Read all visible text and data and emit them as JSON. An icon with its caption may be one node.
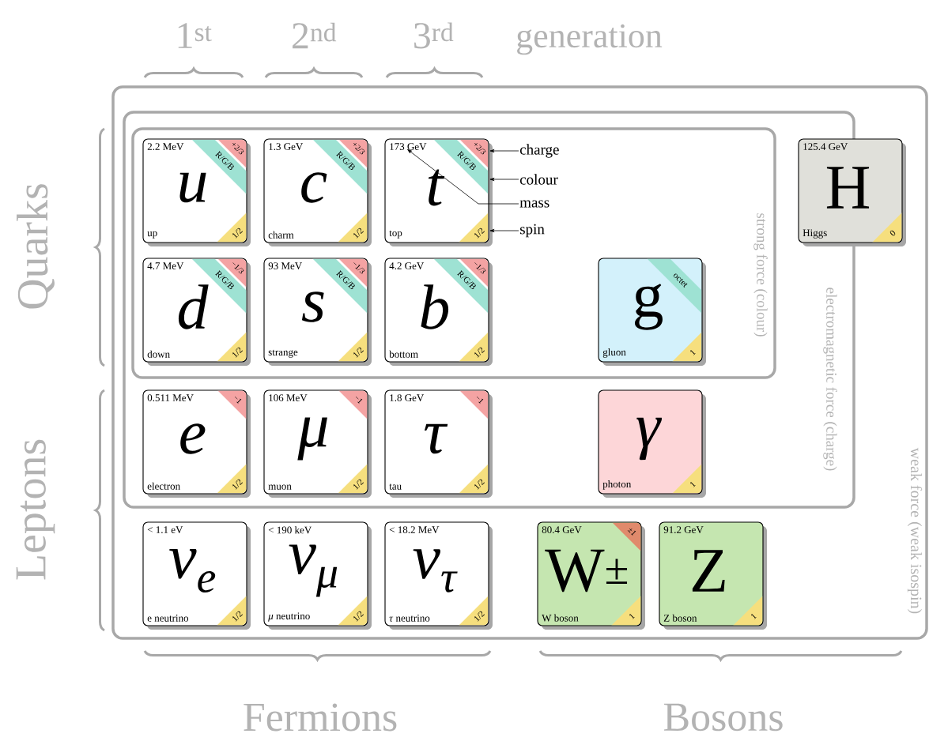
{
  "diagram": {
    "nodes": [
      {
        "text": [
          "weak force (weak isospin)"
        ]
      },
      {
        "text": [
          "electromagnetic force (charge)"
        ],
        "in": 0
      },
      {
        "text": [
          "strong force (colour)"
        ],
        "in": 1
      },
      {
        "text": [
          "2.2 MeV",
          "+2/3",
          "R/G/B",
          "u",
          "up",
          "1/2"
        ],
        "in": 2
      },
      {
        "text": [
          "1.3 GeV",
          "+2/3",
          "R/G/B",
          "c",
          "charm",
          "1/2"
        ],
        "in": 2
      },
      {
        "text": [
          "173 GeV",
          "+2/3",
          "R/G/B",
          "t",
          "top",
          "1/2"
        ],
        "in": 2
      },
      {
        "text": [
          "charge"
        ],
        "in": 2
      },
      {
        "text": [
          "colour"
        ],
        "in": 2
      },
      {
        "text": [
          "mass"
        ],
        "in": 2
      },
      {
        "text": [
          "spin"
        ],
        "in": 2
      },
      {
        "text": [
          "125.4 GeV",
          "H",
          "Higgs",
          "0"
        ],
        "in": 0
      },
      {
        "text": [
          "4.7 MeV",
          "−1/3",
          "R/G/B",
          "d",
          "down",
          "1/2"
        ],
        "in": 2
      },
      {
        "text": [
          "93 MeV",
          "−1/3",
          "R/G/B",
          "s",
          "strange",
          "1/2"
        ],
        "in": 2
      },
      {
        "text": [
          "4.2 GeV",
          "−1/3",
          "R/G/B",
          "b",
          "bottom",
          "1/2"
        ],
        "in": 2
      },
      {
        "text": [
          "octet",
          "g",
          "gluon",
          "1"
        ],
        "in": 2
      },
      {
        "text": [
          "0.511 MeV",
          "−1",
          "e",
          "electron",
          "1/2"
        ],
        "in": 1
      },
      {
        "text": [
          "106 MeV",
          "−1",
          "μ",
          "muon",
          "1/2"
        ],
        "in": 1
      },
      {
        "text": [
          "1.8 GeV",
          "−1",
          "τ",
          "tau",
          "1/2"
        ],
        "in": 1
      },
      {
        "text": [
          "γ",
          "photon",
          "1"
        ],
        "in": 1
      },
      {
        "text": [
          "< 1.1 eV",
          "ν$_{e}$",
          "e neutrino",
          "1/2"
        ],
        "in": 0
      },
      {
        "text": [
          "< 190 keV",
          "ν$_{μ}$",
          "*μ* neutrino",
          "1/2"
        ],
        "in": 0
      },
      {
        "text": [
          "< 18.2 MeV",
          "ν$_{τ}$",
          "*τ* neutrino",
          "1/2"
        ],
        "in": 0
      },
      {
        "text": [
          "80.4 GeV",
          "±1",
          "W$^{±}$",
          "W boson",
          "1"
        ],
        "in": 0
      },
      {
        "text": [
          "91.2 GeV",
          "Z",
          "Z boson",
          "1"
        ],
        "in": 0
      }
    ],
    "edges": [
      {
        "from": 6,
        "to": 5,
        "arrow": "to"
      },
      {
        "from": 7,
        "to": 5,
        "arrow": "to"
      },
      {
        "from": 8,
        "to": 5,
        "arrow": "to"
      },
      {
        "from": 9,
        "to": 5,
        "arrow": "to"
      }
    ],
    "labels": [
      "1$^{st}$",
      "2$^{nd}$",
      "3$^{rd}$",
      "generation",
      "Quarks",
      "Leptons",
      "Fermions",
      "Bosons"
    ]
  }
}
